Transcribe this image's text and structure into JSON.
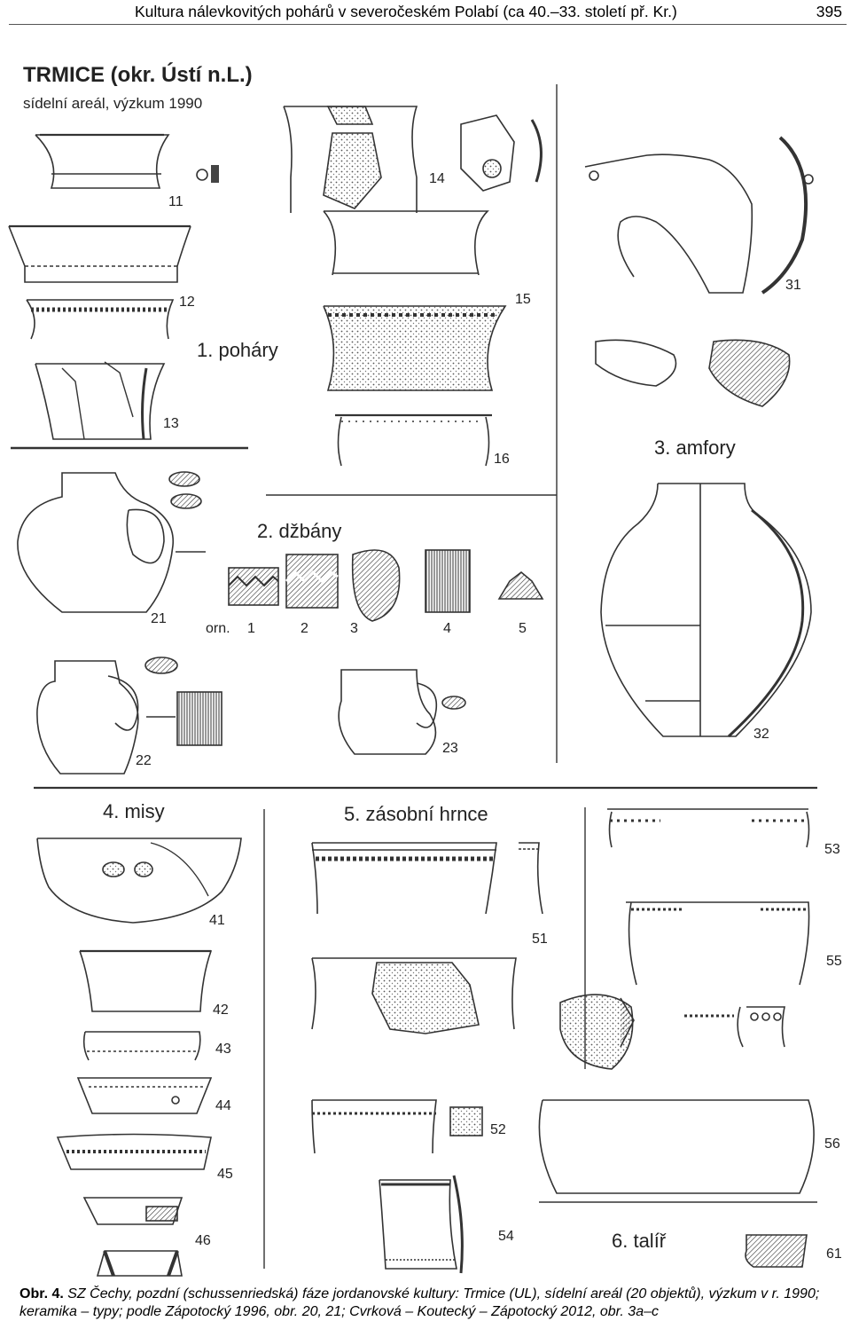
{
  "header": {
    "title": "Kultura nálevkovitých pohárů v severočeském Polabí (ca 40.–33. století př. Kr.)",
    "page_number": "395"
  },
  "figure": {
    "site_title": "TRMICE (okr. Ústí n.L.)",
    "site_subtitle": "sídelní areál, výzkum 1990",
    "groups": {
      "pohary": "1. poháry",
      "dzbany": "2. džbány",
      "amfory": "3. amfory",
      "misy": "4. misy",
      "zasobni": "5. zásobní hrnce",
      "talir": "6. talíř"
    },
    "orn_label": "orn.",
    "orn_numbers": [
      "1",
      "2",
      "3",
      "4",
      "5"
    ],
    "numbers": {
      "n11": "11",
      "n12": "12",
      "n13": "13",
      "n14": "14",
      "n15": "15",
      "n16": "16",
      "n21": "21",
      "n22": "22",
      "n23": "23",
      "n31": "31",
      "n32": "32",
      "n41": "41",
      "n42": "42",
      "n43": "43",
      "n44": "44",
      "n45": "45",
      "n46": "46",
      "n51": "51",
      "n52": "52",
      "n53": "53",
      "n54": "54",
      "n55": "55",
      "n56": "56",
      "n61": "61"
    }
  },
  "caption": {
    "lead": "Obr. 4.",
    "text": " SZ Čechy, pozdní (schussenriedská) fáze jordanovské kultury: Trmice (UL), sídelní areál (20 objektů), výzkum v r. 1990; keramika – typy; podle Zápotocký 1996, obr. 20, 21; Cvrková – Koutecký – Zápotocký 2012, obr. 3a–c"
  }
}
